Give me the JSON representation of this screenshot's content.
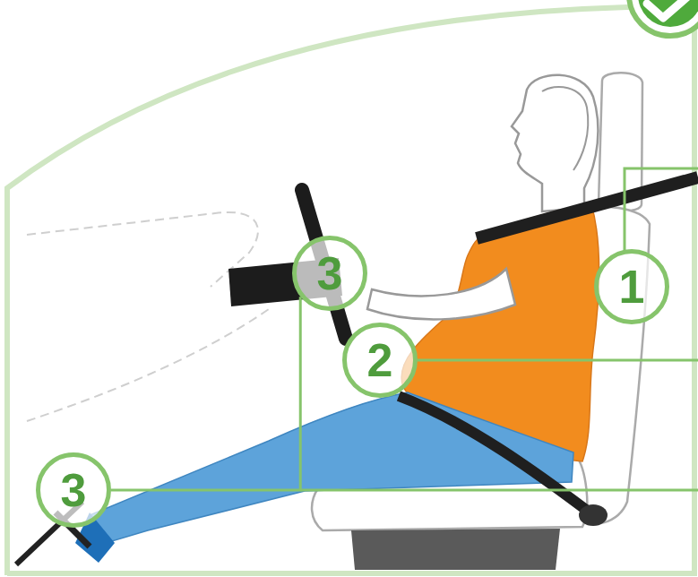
{
  "diagram": {
    "nodes": [
      {
        "text": [
          "1"
        ]
      },
      {
        "text": [
          "2"
        ]
      },
      {
        "text": [
          "3"
        ]
      },
      {
        "text": [
          "3"
        ]
      }
    ],
    "edges": [
      {
        "from": 2,
        "to": 3,
        "arrow": "none"
      }
    ]
  }
}
